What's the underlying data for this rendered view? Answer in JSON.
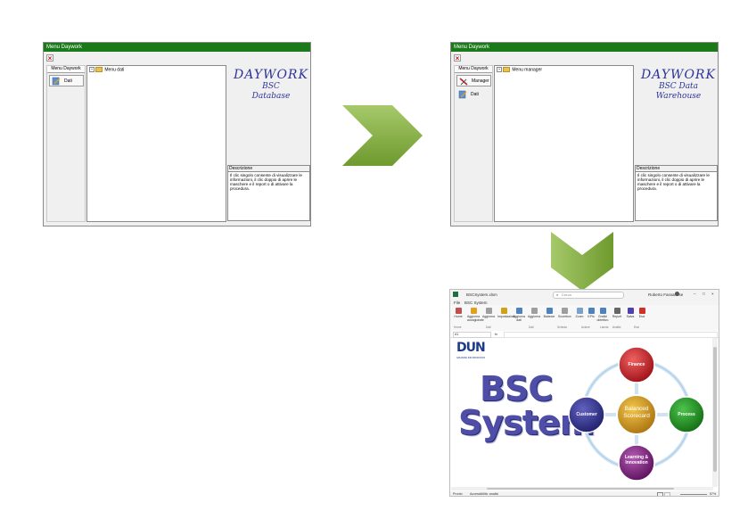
{
  "left_window": {
    "title": "Menu Daywork",
    "nav_header": "Menu Daywork",
    "nav_items": [
      {
        "label": "Dati",
        "icon": "document-pencil-icon"
      }
    ],
    "tree_root": "Menu dati",
    "brand_title": "DAYWORK",
    "brand_line1": "BSC",
    "brand_line2": "Database",
    "desc_header": "Descrizione",
    "desc_text": "Il clic singolo consente di visualizzare le informazioni, il clic doppio di aprire le maschere e il report o di attivare la procedura."
  },
  "right_window": {
    "title": "Menu Daywork",
    "nav_header": "Menu Daywork",
    "nav_items": [
      {
        "label": "Manager",
        "icon": "manager-tools-icon"
      },
      {
        "label": "Dati",
        "icon": "document-pencil-icon"
      }
    ],
    "tree_root": "Menu manager",
    "brand_title": "DAYWORK",
    "brand_line1": "BSC Data",
    "brand_line2": "Warehouse",
    "desc_header": "Descrizione",
    "desc_text": "Il clic singolo consente di visualizzare le informazioni, il clic doppio di aprire le maschere e il report o di attivare la procedura."
  },
  "excel": {
    "filename": "BSCSystem.xlsm",
    "search_placeholder": "Cerca",
    "user": "Roberto Fassanese",
    "menu": [
      "File",
      "BSC System"
    ],
    "ribbon_buttons": [
      "Home",
      "Aggiorna aucaglobale",
      "Aggiorna",
      "Impostazioni",
      "Aggiorna dati",
      "Aggiorna",
      "Balance",
      "Scorebox",
      "Zoom",
      "KPIs",
      "Grafici obiettivo",
      "Report",
      "Salva",
      "Esci"
    ],
    "ribbon_groups": [
      "Home",
      "Dati",
      "Dati",
      "Scheda",
      "Azione",
      "Lancia",
      "Analisi",
      "Esci"
    ],
    "cell_ref": "A1",
    "logo": "DUN",
    "logo_sub": "GRANDE INFORMATION",
    "bsc_line1": "BSC",
    "bsc_line2": "System",
    "diagram": {
      "center": "Balanced Scorecard",
      "top": "Finance",
      "right": "Process",
      "bottom": "Learning & Innovation",
      "left": "Customer"
    },
    "status_ready": "Pronto",
    "status_access": "Accessibilità: analisi",
    "zoom": "57%"
  },
  "colors": {
    "title_green": "#1a7a1a",
    "brand_blue": "#2e3399",
    "arrow_green": "#7fae3c",
    "finance": "#c0181e",
    "process": "#1e8a1e",
    "learning": "#7a1a7a",
    "customer": "#2e2e8a",
    "center": "#d49a1a"
  }
}
